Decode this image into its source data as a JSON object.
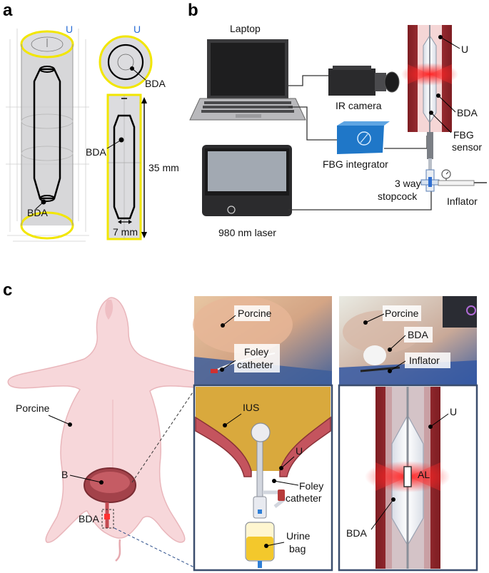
{
  "panels": {
    "a": "a",
    "b": "b",
    "c": "c"
  },
  "panel_a": {
    "u_iso": "U",
    "u_top": "U",
    "bda_iso": "BDA",
    "bda_top": "BDA",
    "bda_side": "BDA",
    "length": "35 mm",
    "width": "7 mm"
  },
  "panel_b": {
    "laptop": "Laptop",
    "ir_camera": "IR camera",
    "fbg_integrator": "FBG integrator",
    "laser": "980 nm laser",
    "u": "U",
    "bda": "BDA",
    "fbg_sensor_1": "FBG",
    "fbg_sensor_2": "sensor",
    "stopcock_1": "3 way",
    "stopcock_2": "stopcock",
    "inflator": "Inflator"
  },
  "panel_c": {
    "porcine_body": "Porcine",
    "b": "B",
    "bda": "BDA",
    "photo1_porcine": "Porcine",
    "photo1_foley_1": "Foley",
    "photo1_foley_2": "catheter",
    "photo2_porcine": "Porcine",
    "photo2_bda": "BDA",
    "photo2_inflator": "Inflator",
    "ius": "IUS",
    "u": "U",
    "foley_1": "Foley",
    "foley_2": "catheter",
    "urine_1": "Urine",
    "urine_2": "bag",
    "u_right": "U",
    "al": "AL",
    "bda_right": "BDA"
  },
  "colors": {
    "accent_yellow": "#f2e600",
    "laser_red": "#e8141b",
    "tissue": "#b5434a",
    "label_blue": "#2a6ed6"
  }
}
